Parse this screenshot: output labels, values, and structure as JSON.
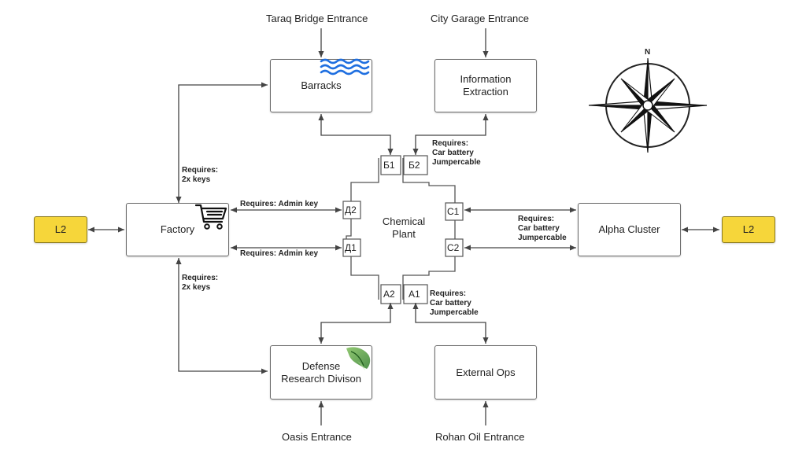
{
  "entrances": {
    "taraq_bridge": "Taraq Bridge Entrance",
    "city_garage": "City Garage Entrance",
    "oasis": "Oasis Entrance",
    "rohan_oil": "Rohan Oil Entrance"
  },
  "nodes": {
    "barracks": "Barracks",
    "information_extraction": "Information\nExtraction",
    "factory": "Factory",
    "chemical_plant": "Chemical\nPlant",
    "alpha_cluster": "Alpha Cluster",
    "defense_research": "Defense\nResearch Divison",
    "external_ops": "External Ops",
    "l2_left": "L2",
    "l2_right": "L2"
  },
  "ports": {
    "b1": "Б1",
    "b2": "Б2",
    "d2": "Д2",
    "d1": "Д1",
    "c1": "C1",
    "c2": "C2",
    "a2": "A2",
    "a1": "A1"
  },
  "requirements": {
    "factory_top": "Requires:\n2x keys",
    "factory_bottom": "Requires:\n2x keys",
    "admin_top": "Requires: Admin key",
    "admin_bottom": "Requires: Admin key",
    "b2_req": "Requires:\nCar battery\nJumpercable",
    "c_req": "Requires:\nCar battery\nJumpercable",
    "a1_req": "Requires:\nCar battery\nJumpercable"
  },
  "compass": {
    "north_label": "N",
    "icon": "compass-rose-icon"
  },
  "icons": {
    "water": "water-waves-icon",
    "cart": "shopping-cart-icon",
    "plant": "green-plant-icon"
  },
  "colors": {
    "accent_yellow": "#f6d63a",
    "water_blue": "#1f6fe0",
    "line": "#444444"
  }
}
